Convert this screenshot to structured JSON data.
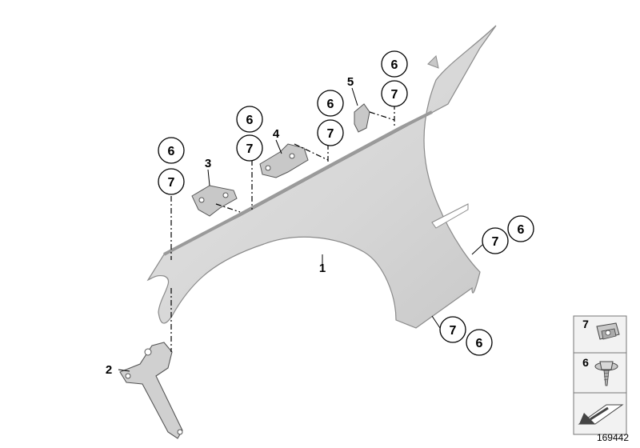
{
  "diagram": {
    "part_labels": {
      "fender": "1",
      "lower_bracket": "2",
      "bracket_front": "3",
      "bracket_mid": "4",
      "bracket_rear": "5"
    },
    "callouts": {
      "front_6": "6",
      "front_7": "7",
      "mid_6": "6",
      "mid_7": "7",
      "center_6": "6",
      "center_7": "7",
      "rear_6": "6",
      "rear_7": "7",
      "side_7": "7",
      "side_6": "6",
      "bottom_7": "7",
      "bottom_6": "6"
    },
    "legend": [
      {
        "num": "7",
        "icon": "clip-nut-icon"
      },
      {
        "num": "6",
        "icon": "screw-icon"
      },
      {
        "num": "",
        "icon": "orientation-arrow-icon"
      }
    ],
    "diagram_id": "169442",
    "colors": {
      "fender": "#d8d8d8",
      "bracket": "#c8c8c8",
      "legend_bg": "#f2f2f2"
    }
  }
}
